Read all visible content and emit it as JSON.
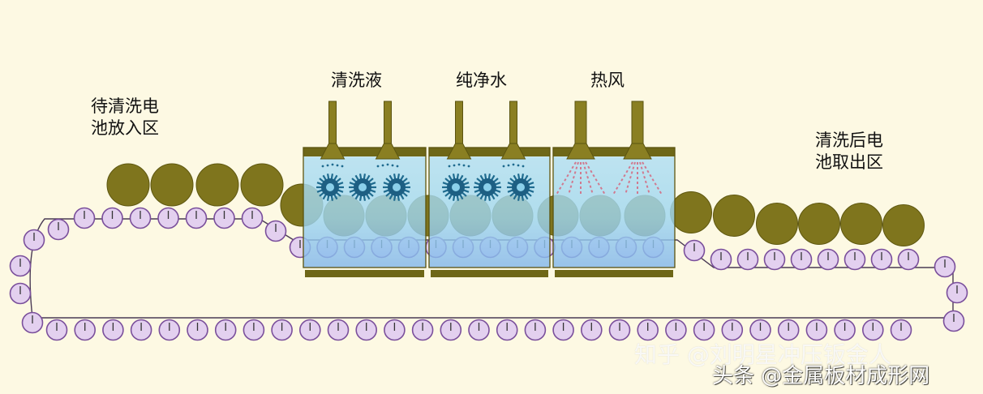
{
  "colors": {
    "background": "#fdf9e3",
    "battery": "#7f751d",
    "battery_stroke": "#5e5710",
    "roller_fill": "#e3d0ef",
    "roller_stroke": "#7a4f9b",
    "tank_fill": "#a9dcf2",
    "tank_fill_bottom": "#6f9ee8",
    "tank_frame": "#6e6717",
    "nozzle": "#8a7f22",
    "spray_brush": "#1f6b8f",
    "hot_air": "#d07a90"
  },
  "labels": {
    "load_zone": [
      "待清洗电",
      "池放入区"
    ],
    "station_1": "清洗液",
    "station_2": "纯净水",
    "station_3": "热风",
    "unload_zone": [
      "清洗后电",
      "池取出区"
    ]
  },
  "watermarks": {
    "line1": "知乎 @刘明星冲压钣金人",
    "line2": "头条 @金属板材成形网"
  },
  "icons": {
    "battery": "circle",
    "roller": "circle-with-tick",
    "nozzle": "nozzle",
    "cleaning-brush": "spiky-brush",
    "hot-air": "dashed-rays"
  }
}
